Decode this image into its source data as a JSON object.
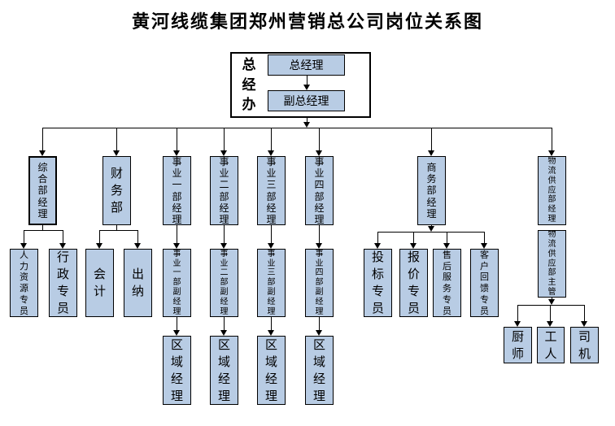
{
  "title": "黄河线缆集团郑州营销总公司岗位关系图",
  "colors": {
    "box_fill": "#b8cce4",
    "box_border": "#000000",
    "connector": "#000000",
    "background": "#ffffff"
  },
  "executive_office": {
    "label": "总经办",
    "general_manager": "总经理",
    "deputy_general_manager": "副总经理"
  },
  "nodes": {
    "general_dept_manager": "综合部经理",
    "finance_dept": "财务部",
    "business1_manager": "事业一部经理",
    "business2_manager": "事业二部经理",
    "business3_manager": "事业三部经理",
    "business4_manager": "事业四部经理",
    "commerce_dept_manager": "商务部经理",
    "logistics_dept_manager": "物流供应部经理",
    "hr_specialist": "人力资源专员",
    "admin_specialist": "行政专员",
    "accountant": "会计",
    "cashier": "出纳",
    "business1_deputy": "事业一部副经理",
    "business2_deputy": "事业二部副经理",
    "business3_deputy": "事业三部副经理",
    "business4_deputy": "事业四部副经理",
    "bidding_specialist": "投标专员",
    "quotation_specialist": "报价专员",
    "aftersales_specialist": "售后服务专员",
    "customer_feedback_specialist": "客户回馈专员",
    "logistics_supervisor": "物流供应部主管",
    "regional_manager_1": "区域经理",
    "regional_manager_2": "区域经理",
    "regional_manager_3": "区域经理",
    "regional_manager_4": "区域经理",
    "chef": "厨师",
    "worker": "工人",
    "driver": "司机"
  }
}
